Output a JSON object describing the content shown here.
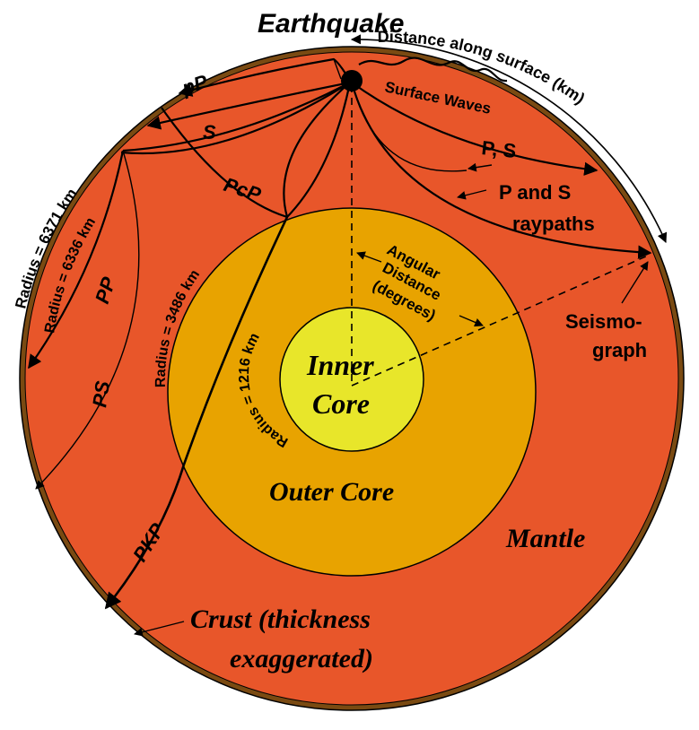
{
  "title": "Earthquake",
  "colors": {
    "crust": "#7a4a12",
    "mantle": "#e8562a",
    "outer_core": "#e8a300",
    "inner_core": "#e8e62a",
    "outline": "#000000"
  },
  "labels": {
    "distance_along_surface": "Distance along surface (km)",
    "surface_waves": "Surface Waves",
    "pP": "pP",
    "S": "S",
    "PcP": "PcP",
    "P_S": "P, S",
    "p_and_s_line1": "P and S",
    "p_and_s_line2": "raypaths",
    "angular_line1": "Angular",
    "angular_line2": "Distance",
    "angular_line3": "(degrees)",
    "seismo_line1": "Seismo-",
    "seismo_line2": "graph",
    "radius_6371": "Radius = 6371 km",
    "radius_6336": "Radius = 6336 km",
    "radius_3486": "Radius = 3486 km",
    "radius_1216": "Radius = 1216 km",
    "PP": "PP",
    "PS": "PS",
    "PKP": "PKP",
    "inner_core_line1": "Inner",
    "inner_core_line2": "Core",
    "outer_core": "Outer Core",
    "mantle": "Mantle",
    "crust_line1": "Crust (thickness",
    "crust_line2": "exaggerated)"
  }
}
